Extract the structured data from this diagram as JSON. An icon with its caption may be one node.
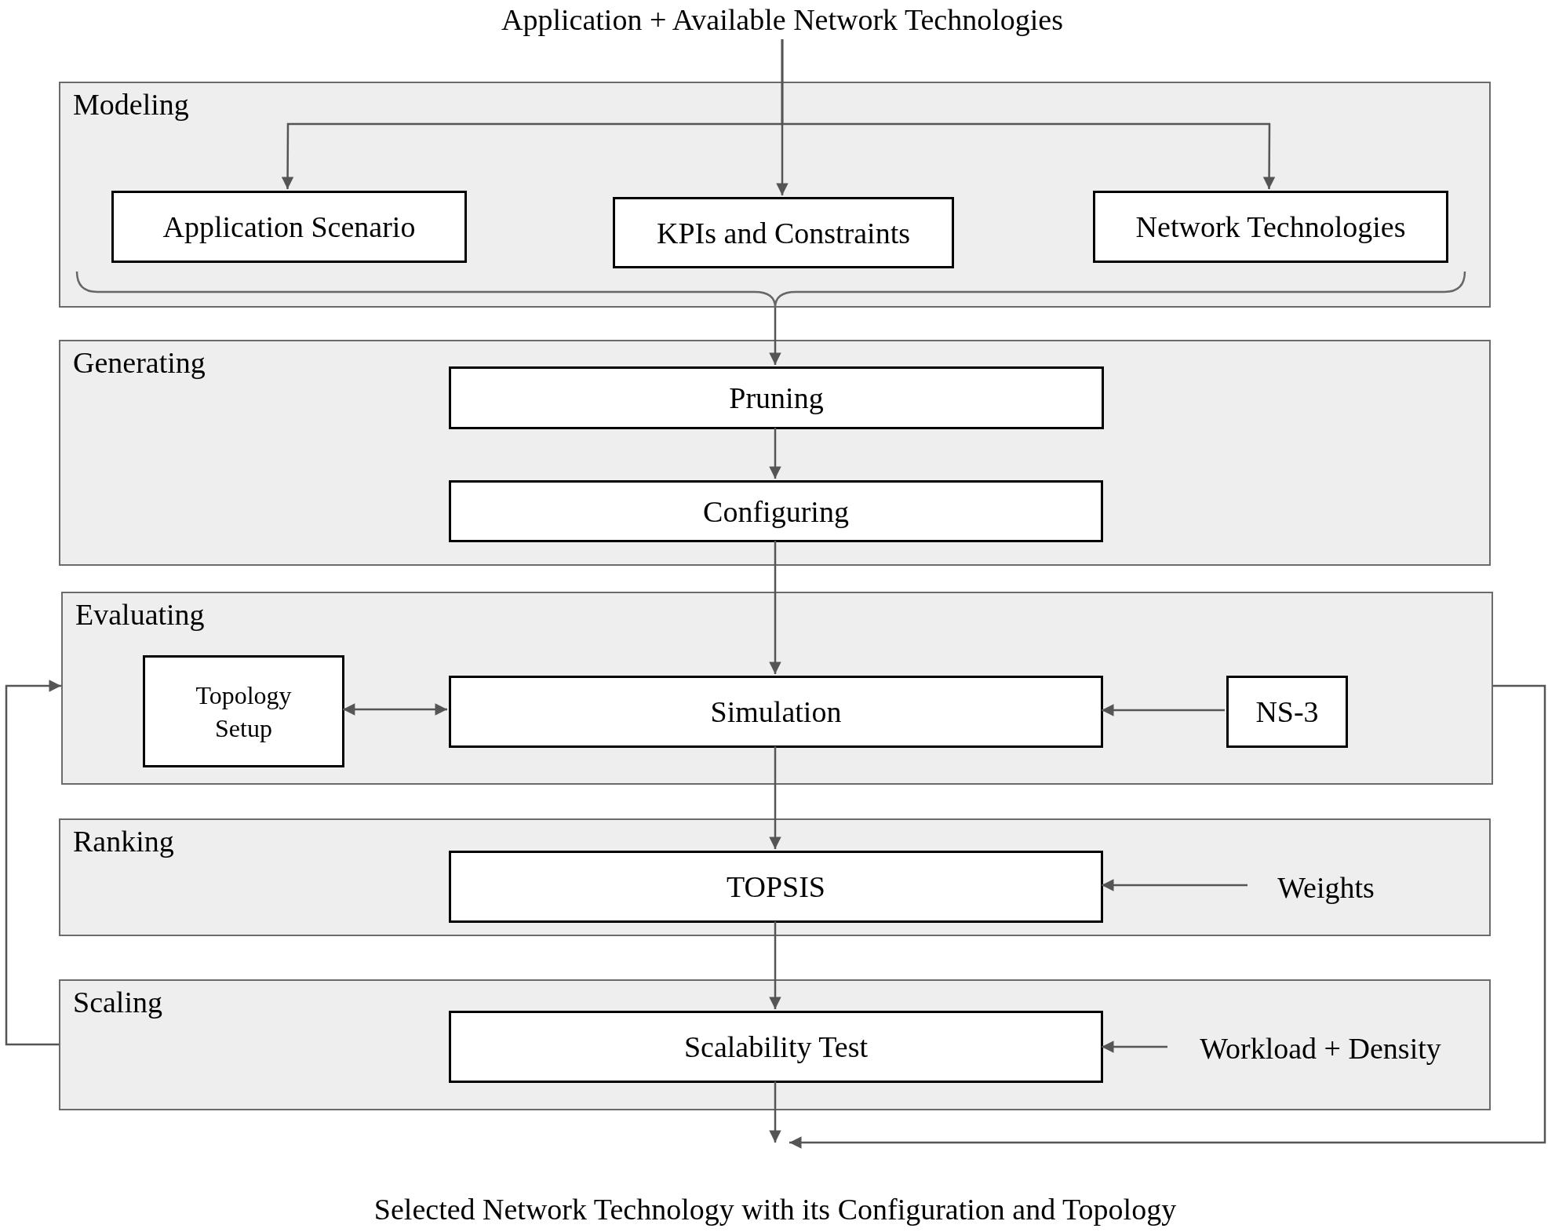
{
  "diagram": {
    "nodes": [
      {
        "text": [
          "Application + Available Network Technologies"
        ]
      },
      {
        "text": [
          "Modeling"
        ]
      },
      {
        "text": [
          "Application Scenario"
        ],
        "in": 1
      },
      {
        "text": [
          "KPIs and Constraints"
        ],
        "in": 1
      },
      {
        "text": [
          "Network Technologies"
        ],
        "in": 1
      },
      {
        "text": [
          "Generating"
        ]
      },
      {
        "text": [
          "Pruning"
        ],
        "in": 5
      },
      {
        "text": [
          "Configuring"
        ],
        "in": 5
      },
      {
        "text": [
          "Evaluating"
        ]
      },
      {
        "text": [
          "Topology Setup"
        ],
        "in": 8
      },
      {
        "text": [
          "Simulation"
        ],
        "in": 8
      },
      {
        "text": [
          "NS-3"
        ],
        "in": 8
      },
      {
        "text": [
          "Ranking"
        ]
      },
      {
        "text": [
          "TOPSIS"
        ],
        "in": 12
      },
      {
        "text": [
          "Weights"
        ],
        "in": 12
      },
      {
        "text": [
          "Scaling"
        ]
      },
      {
        "text": [
          "Scalability Test"
        ],
        "in": 15
      },
      {
        "text": [
          "Workload + Density"
        ],
        "in": 15
      },
      {
        "text": [
          "Selected Network Technology with its Configuration and Topology"
        ]
      }
    ],
    "edges": [
      {
        "from": 0,
        "to": 2,
        "arrow": "to"
      },
      {
        "from": 0,
        "to": 3,
        "arrow": "to"
      },
      {
        "from": 0,
        "to": 4,
        "arrow": "to"
      },
      {
        "from": 1,
        "to": 6,
        "arrow": "to"
      },
      {
        "from": 6,
        "to": 7,
        "arrow": "to"
      },
      {
        "from": 7,
        "to": 10,
        "arrow": "to"
      },
      {
        "from": 9,
        "to": 10,
        "arrow": "both"
      },
      {
        "from": 11,
        "to": 10,
        "arrow": "to"
      },
      {
        "from": 10,
        "to": 13,
        "arrow": "to"
      },
      {
        "from": 14,
        "to": 13,
        "arrow": "to"
      },
      {
        "from": 13,
        "to": 16,
        "arrow": "to"
      },
      {
        "from": 17,
        "to": 16,
        "arrow": "to"
      },
      {
        "from": 16,
        "to": 18,
        "arrow": "to"
      },
      {
        "from": 15,
        "to": 8,
        "arrow": "to"
      },
      {
        "from": 8,
        "to": 18,
        "arrow": "to"
      }
    ]
  }
}
